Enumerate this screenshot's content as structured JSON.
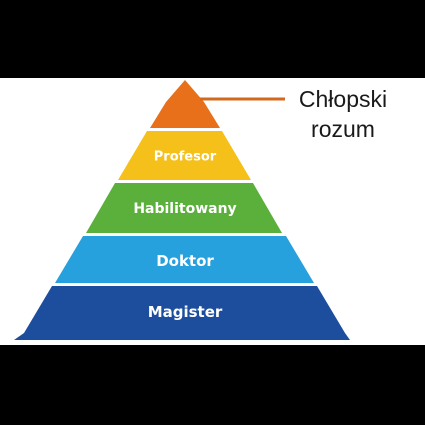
{
  "pyramid": {
    "tiers": [
      {
        "label": "",
        "color": "#e8701a"
      },
      {
        "label": "Profesor",
        "color": "#f5c01a"
      },
      {
        "label": "Habilitowany",
        "color": "#5bb03c"
      },
      {
        "label": "Doktor",
        "color": "#27a0de"
      },
      {
        "label": "Magister",
        "color": "#1d4e9e"
      }
    ],
    "callout": {
      "line1": "Chłopski",
      "line2": "rozum",
      "line_color": "#d2691e"
    }
  }
}
